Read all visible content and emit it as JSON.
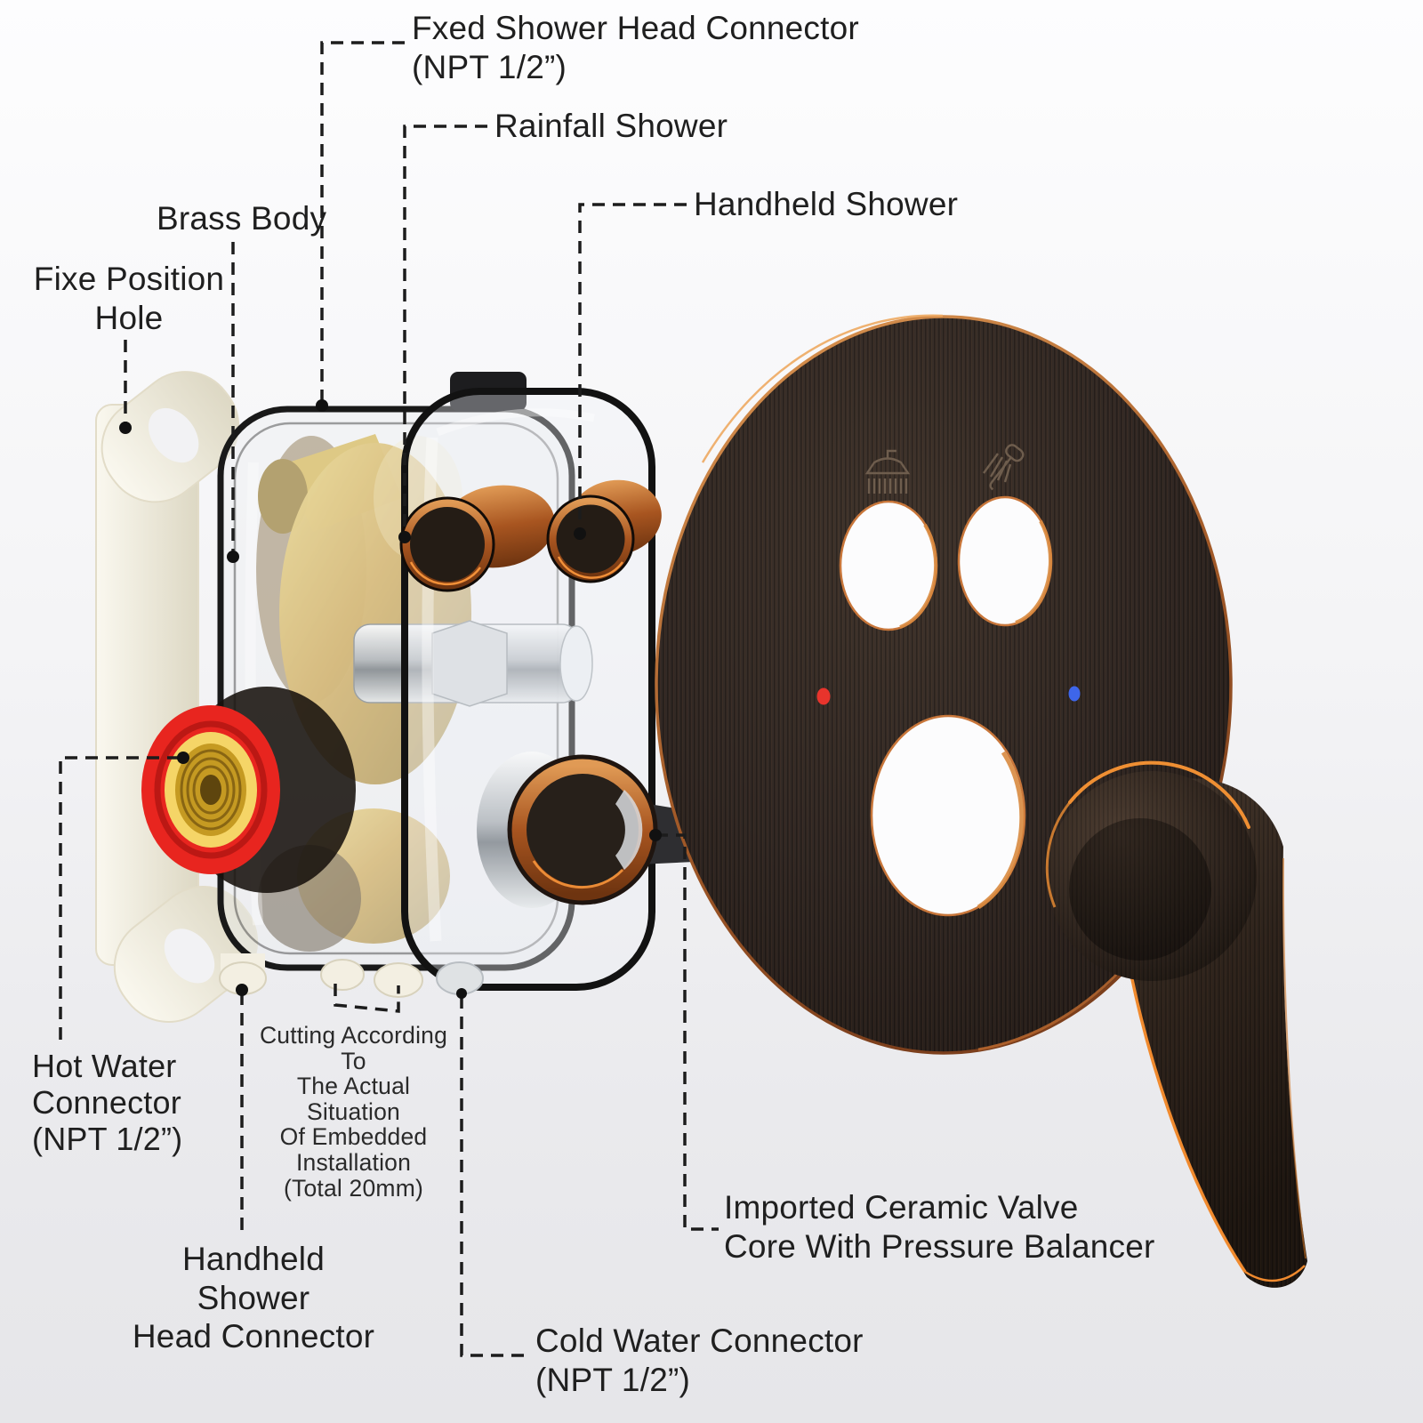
{
  "diagram": {
    "labels": {
      "fixed_connector": "Fxed Shower Head Connector\n(NPT 1/2”)",
      "rainfall": "Rainfall Shower",
      "handheld": "Handheld Shower",
      "brass_body": "Brass Body",
      "fixe_position_hole": "Fixe Position\nHole",
      "hot_water": "Hot Water\nConnector\n(NPT 1/2”)",
      "cutting_note": "Cutting According To\nThe Actual Situation\nOf Embedded\nInstallation\n(Total 20mm)",
      "handheld_connector": "Handheld Shower\nHead Connector",
      "cold_water": "Cold Water Connector\n(NPT 1/2”)",
      "imported_ceramic": "Imported Ceramic Valve\nCore With Pressure Balancer"
    },
    "icons": {
      "rainfall": "rainfall-shower-icon",
      "handheld": "handheld-shower-icon"
    },
    "colors": {
      "background": "#f2f2f4",
      "label_text": "#1f1f1f",
      "plate_bronze": "#2e2521",
      "copper_rim": "#c8763a",
      "accent_orange": "#ef8f33",
      "hot_red": "#e8342c",
      "cold_blue": "#3e66ea",
      "brass_gold": "#c9992f",
      "chrome": "#cfd3d7",
      "cream_plastic": "#f3efe2",
      "leader_line": "#1c1c1c"
    }
  }
}
